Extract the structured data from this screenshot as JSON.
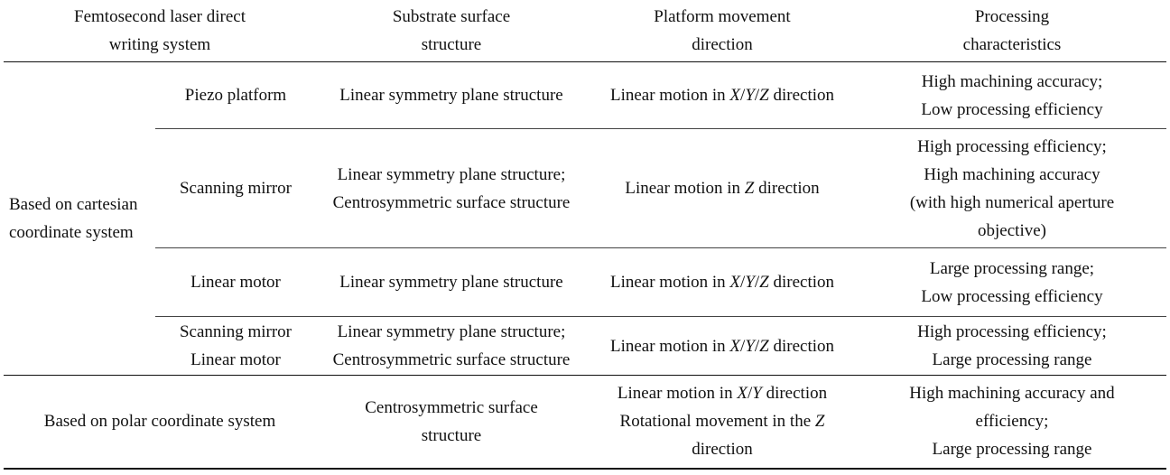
{
  "headers": {
    "system": [
      "Femtosecond laser direct",
      "writing system"
    ],
    "substrate": [
      "Substrate surface",
      "structure"
    ],
    "platform": [
      "Platform movement",
      "direction"
    ],
    "characteristics": [
      "Processing",
      "characteristics"
    ]
  },
  "groups": {
    "cartesian": [
      "Based on cartesian",
      "coordinate system"
    ],
    "polar": "Based on polar coordinate system"
  },
  "rows": {
    "piezo": {
      "platform": "Piezo platform",
      "substrate": "Linear symmetry plane structure",
      "motion_pre": "Linear motion in ",
      "motion_x": "X",
      "motion_y": "Y",
      "motion_z": "Z",
      "motion_post": " direction",
      "characteristics": [
        "High machining accuracy;",
        "Low processing efficiency"
      ]
    },
    "scanning_mirror": {
      "platform": "Scanning mirror",
      "substrate": [
        "Linear symmetry plane structure;",
        "Centrosymmetric surface structure"
      ],
      "motion_pre": "Linear motion in ",
      "motion_z": "Z",
      "motion_post": " direction",
      "characteristics": [
        "High processing efficiency;",
        "High machining accuracy",
        "(with high numerical aperture",
        "objective)"
      ]
    },
    "linear_motor": {
      "platform": "Linear motor",
      "substrate": "Linear symmetry plane structure",
      "motion_pre": "Linear motion in ",
      "motion_x": "X",
      "motion_y": "Y",
      "motion_z": "Z",
      "motion_post": " direction",
      "characteristics": [
        "Large processing range;",
        "Low processing efficiency"
      ]
    },
    "mirror_motor": {
      "platform": [
        "Scanning mirror",
        "Linear motor"
      ],
      "substrate": [
        "Linear symmetry plane structure;",
        "Centrosymmetric surface structure"
      ],
      "motion_pre": "Linear motion in ",
      "motion_x": "X",
      "motion_y": "Y",
      "motion_z": "Z",
      "motion_post": " direction",
      "characteristics": [
        "High processing efficiency;",
        "Large processing range"
      ]
    },
    "polar": {
      "substrate": [
        "Centrosymmetric surface",
        "structure"
      ],
      "motion1_pre": "Linear motion in ",
      "motion1_x": "X",
      "motion1_y": "Y",
      "motion1_post": " direction",
      "motion2_pre": "Rotational movement in the ",
      "motion2_z": "Z",
      "motion3": "direction",
      "characteristics": [
        "High machining accuracy and",
        "efficiency;",
        "Large processing range"
      ]
    }
  }
}
